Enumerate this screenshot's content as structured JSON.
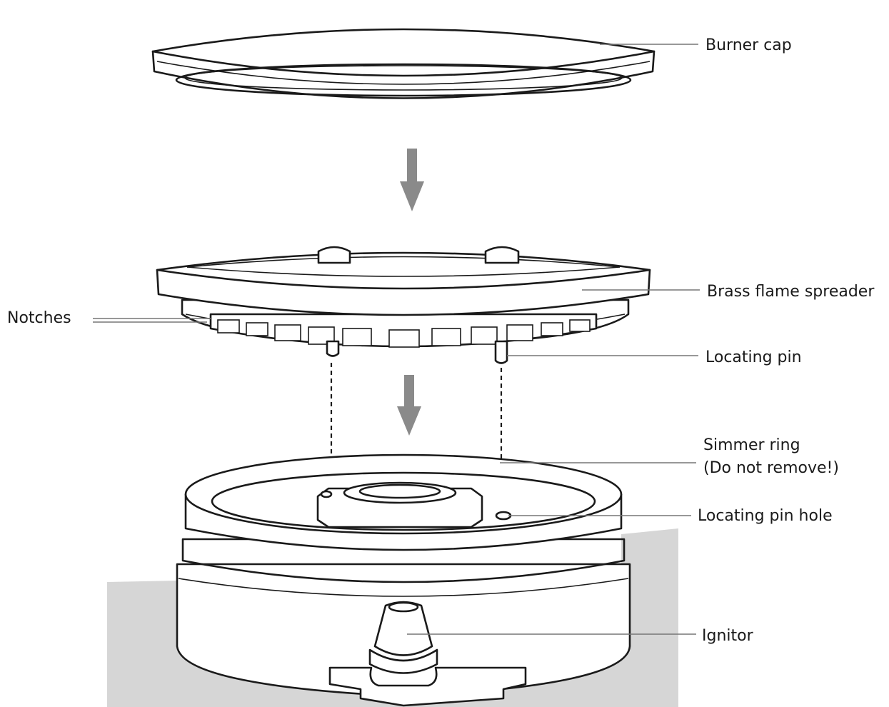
{
  "labels": {
    "burner_cap": "Burner cap",
    "brass_flame_spreader": "Brass flame spreader",
    "notches": "Notches",
    "locating_pin": "Locating pin",
    "simmer_ring_line1": "Simmer ring",
    "simmer_ring_line2": "(Do not remove!)",
    "locating_pin_hole": "Locating pin hole",
    "ignitor": "Ignitor"
  },
  "colors": {
    "line": "#1a1a1a",
    "leader": "#777777",
    "arrow": "#8a8a8a",
    "surface_shadow": "#d6d6d6"
  }
}
